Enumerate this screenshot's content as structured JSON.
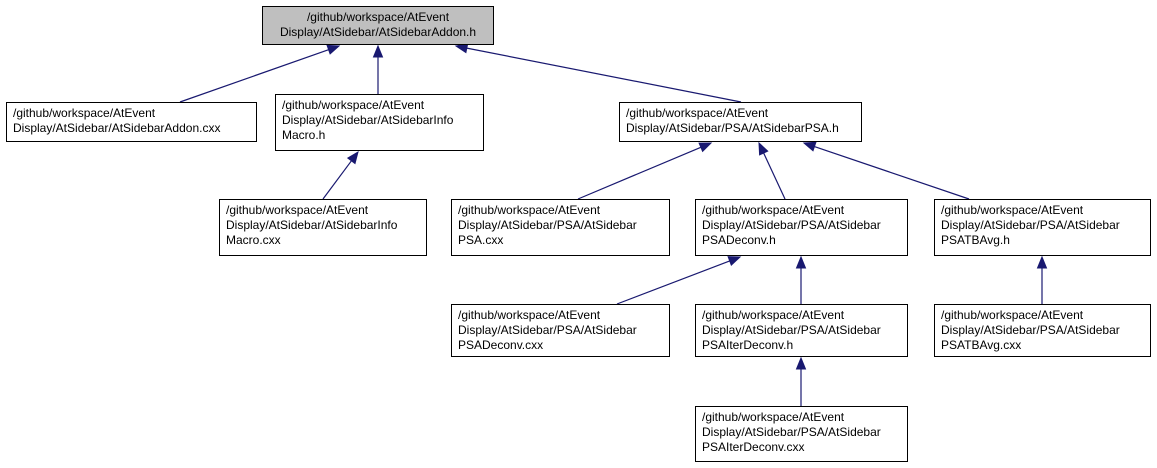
{
  "colors": {
    "edge": "#191970",
    "root_fill": "#bfbfbf",
    "node_fill": "#ffffff",
    "border": "#000000"
  },
  "nodes": [
    {
      "id": "n0",
      "lines": [
        "/github/workspace/AtEvent",
        "Display/AtSidebar/AtSidebarAddon.h"
      ]
    },
    {
      "id": "n1",
      "lines": [
        "/github/workspace/AtEvent",
        "Display/AtSidebar/AtSidebarAddon.cxx"
      ]
    },
    {
      "id": "n2",
      "lines": [
        "/github/workspace/AtEvent",
        "Display/AtSidebar/AtSidebarInfo",
        "Macro.h"
      ]
    },
    {
      "id": "n3",
      "lines": [
        "/github/workspace/AtEvent",
        "Display/AtSidebar/PSA/AtSidebarPSA.h"
      ]
    },
    {
      "id": "n4",
      "lines": [
        "/github/workspace/AtEvent",
        "Display/AtSidebar/AtSidebarInfo",
        "Macro.cxx"
      ]
    },
    {
      "id": "n5",
      "lines": [
        "/github/workspace/AtEvent",
        "Display/AtSidebar/PSA/AtSidebar",
        "PSA.cxx"
      ]
    },
    {
      "id": "n6",
      "lines": [
        "/github/workspace/AtEvent",
        "Display/AtSidebar/PSA/AtSidebar",
        "PSADeconv.h"
      ]
    },
    {
      "id": "n7",
      "lines": [
        "/github/workspace/AtEvent",
        "Display/AtSidebar/PSA/AtSidebar",
        "PSATBAvg.h"
      ]
    },
    {
      "id": "n8",
      "lines": [
        "/github/workspace/AtEvent",
        "Display/AtSidebar/PSA/AtSidebar",
        "PSADeconv.cxx"
      ]
    },
    {
      "id": "n9",
      "lines": [
        "/github/workspace/AtEvent",
        "Display/AtSidebar/PSA/AtSidebar",
        "PSAIterDeconv.h"
      ]
    },
    {
      "id": "n10",
      "lines": [
        "/github/workspace/AtEvent",
        "Display/AtSidebar/PSA/AtSidebar",
        "PSATBAvg.cxx"
      ]
    },
    {
      "id": "n11",
      "lines": [
        "/github/workspace/AtEvent",
        "Display/AtSidebar/PSA/AtSidebar",
        "PSAIterDeconv.cxx"
      ]
    }
  ],
  "edges": [
    {
      "from": "n1",
      "to": "n0"
    },
    {
      "from": "n2",
      "to": "n0"
    },
    {
      "from": "n3",
      "to": "n0"
    },
    {
      "from": "n4",
      "to": "n2"
    },
    {
      "from": "n5",
      "to": "n3"
    },
    {
      "from": "n6",
      "to": "n3"
    },
    {
      "from": "n7",
      "to": "n3"
    },
    {
      "from": "n8",
      "to": "n6"
    },
    {
      "from": "n9",
      "to": "n6"
    },
    {
      "from": "n10",
      "to": "n7"
    },
    {
      "from": "n11",
      "to": "n9"
    }
  ]
}
